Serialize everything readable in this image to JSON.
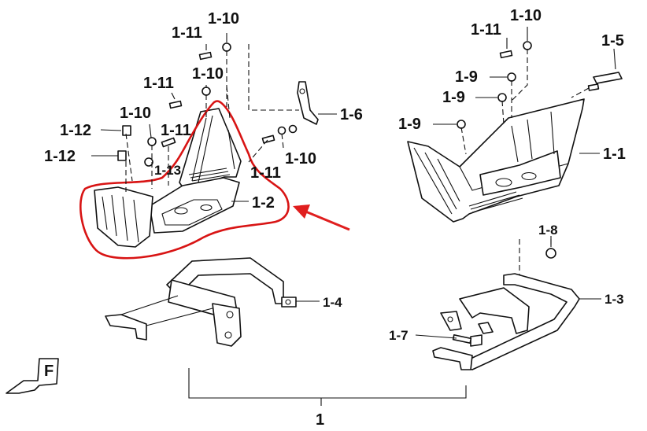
{
  "callouts": {
    "l_1_10_top": "1-10",
    "l_1_11_top": "1-11",
    "l_1_10_mid": "1-10",
    "l_1_11_mid": "1-11",
    "l_1_10_low": "1-10",
    "l_1_12_a": "1-12",
    "l_1_12_b": "1-12",
    "l_1_11_low": "1-11",
    "l_1_13": "1-13",
    "l_1_6": "1-6",
    "l_1_11_right": "1-11",
    "l_1_10_right": "1-10",
    "l_1_2": "1-2",
    "l_1_4": "1-4",
    "r_1_11": "1-11",
    "r_1_10": "1-10",
    "r_1_5": "1-5",
    "r_1_9_a": "1-9",
    "r_1_9_b": "1-9",
    "r_1_9_c": "1-9",
    "r_1_1": "1-1",
    "r_1_8": "1-8",
    "r_1_3": "1-3",
    "r_1_7": "1-7",
    "group_1": "1"
  },
  "logo": {
    "letter": "F"
  },
  "colors": {
    "highlight": "#d81414",
    "arrow": "#e01e1e",
    "ink": "#111111"
  }
}
